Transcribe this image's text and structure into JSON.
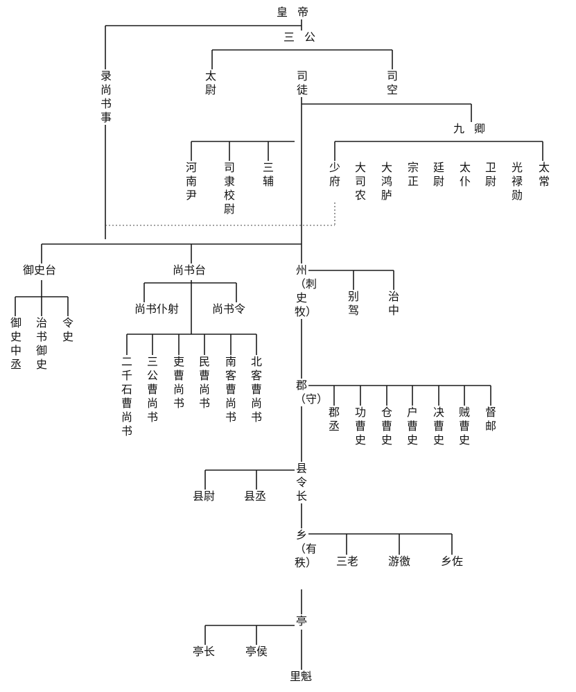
{
  "chart_data": {
    "type": "org-chart",
    "title": "",
    "root": "皇帝",
    "nodes": {
      "emperor": "皇帝",
      "sangong": "三公",
      "taiwei": "太尉",
      "situ": "司徒",
      "sikong": "司空",
      "lushang": "录尚书事",
      "jiuqing": "九卿",
      "henanyin": "河南尹",
      "silixiaowei": "司隶校尉",
      "sanfu": "三辅",
      "shaofu": "少府",
      "dasinong": "大司农",
      "dahonglu": "大鸿胪",
      "zongzheng": "宗正",
      "tingwei": "廷尉",
      "taipu": "太仆",
      "weiwei": "卫尉",
      "guangluxun": "光禄勋",
      "taichang": "太常",
      "yushitai": "御史台",
      "shangshutai": "尚书台",
      "zhou": "州（刺史牧）",
      "yushizhongcheng": "御史中丞",
      "zhishuyushi": "治书御史",
      "lingshi": "令史",
      "shangshupuye": "尚书仆射",
      "shangshuling": "尚书令",
      "erqianshi": "二千石曹尚书",
      "sangongcao": "三公曹尚书",
      "libucao": "吏曹尚书",
      "minbucao": "民曹尚书",
      "nankecao": "南客曹尚书",
      "beikecao": "北客曹尚书",
      "biejia": "别驾",
      "zhizhong": "治中",
      "jun": "郡（守）",
      "juncheng": "郡丞",
      "gongcaoshi": "功曹史",
      "cangcaoshi": "仓曹史",
      "hucaoshi": "户曹史",
      "juecaoshi": "决曹史",
      "zeicaoshi": "贼曹史",
      "duyou": "督邮",
      "xian": "县令长",
      "xianwei": "县尉",
      "xiancheng": "县丞",
      "xiang": "乡（有秩）",
      "sanlao": "三老",
      "youjiao": "游徼",
      "xiangzuo": "乡佐",
      "ting": "亭",
      "tingzhang": "亭长",
      "tinghou": "亭侯",
      "likui": "里魁"
    },
    "edges": [
      [
        "emperor",
        "sangong"
      ],
      [
        "emperor",
        "lushang"
      ],
      [
        "sangong",
        "taiwei"
      ],
      [
        "sangong",
        "situ"
      ],
      [
        "sangong",
        "sikong"
      ],
      [
        "situ",
        "jiuqing"
      ],
      [
        "situ",
        "henanyin"
      ],
      [
        "situ",
        "silixiaowei"
      ],
      [
        "situ",
        "sanfu"
      ],
      [
        "jiuqing",
        "shaofu"
      ],
      [
        "jiuqing",
        "dasinong"
      ],
      [
        "jiuqing",
        "dahonglu"
      ],
      [
        "jiuqing",
        "zongzheng"
      ],
      [
        "jiuqing",
        "tingwei"
      ],
      [
        "jiuqing",
        "taipu"
      ],
      [
        "jiuqing",
        "weiwei"
      ],
      [
        "jiuqing",
        "guangluxun"
      ],
      [
        "jiuqing",
        "taichang"
      ],
      [
        "situ",
        "yushitai"
      ],
      [
        "situ",
        "shangshutai"
      ],
      [
        "situ",
        "zhou"
      ],
      [
        "yushitai",
        "yushizhongcheng"
      ],
      [
        "yushitai",
        "zhishuyushi"
      ],
      [
        "yushitai",
        "lingshi"
      ],
      [
        "shangshutai",
        "shangshupuye"
      ],
      [
        "shangshutai",
        "shangshuling"
      ],
      [
        "shangshutai",
        "erqianshi"
      ],
      [
        "shangshutai",
        "sangongcao"
      ],
      [
        "shangshutai",
        "libucao"
      ],
      [
        "shangshutai",
        "minbucao"
      ],
      [
        "shangshutai",
        "nankecao"
      ],
      [
        "shangshutai",
        "beikecao"
      ],
      [
        "zhou",
        "biejia"
      ],
      [
        "zhou",
        "zhizhong"
      ],
      [
        "zhou",
        "jun"
      ],
      [
        "jun",
        "juncheng"
      ],
      [
        "jun",
        "gongcaoshi"
      ],
      [
        "jun",
        "cangcaoshi"
      ],
      [
        "jun",
        "hucaoshi"
      ],
      [
        "jun",
        "juecaoshi"
      ],
      [
        "jun",
        "zeicaoshi"
      ],
      [
        "jun",
        "duyou"
      ],
      [
        "jun",
        "xian"
      ],
      [
        "xian",
        "xianwei"
      ],
      [
        "xian",
        "xiancheng"
      ],
      [
        "xian",
        "xiang"
      ],
      [
        "xiang",
        "sanlao"
      ],
      [
        "xiang",
        "youjiao"
      ],
      [
        "xiang",
        "xiangzuo"
      ],
      [
        "xiang",
        "ting"
      ],
      [
        "ting",
        "tingzhang"
      ],
      [
        "ting",
        "tinghou"
      ],
      [
        "ting",
        "likui"
      ]
    ],
    "dotted_edges": [
      [
        "shaofu",
        "lushang"
      ]
    ]
  }
}
